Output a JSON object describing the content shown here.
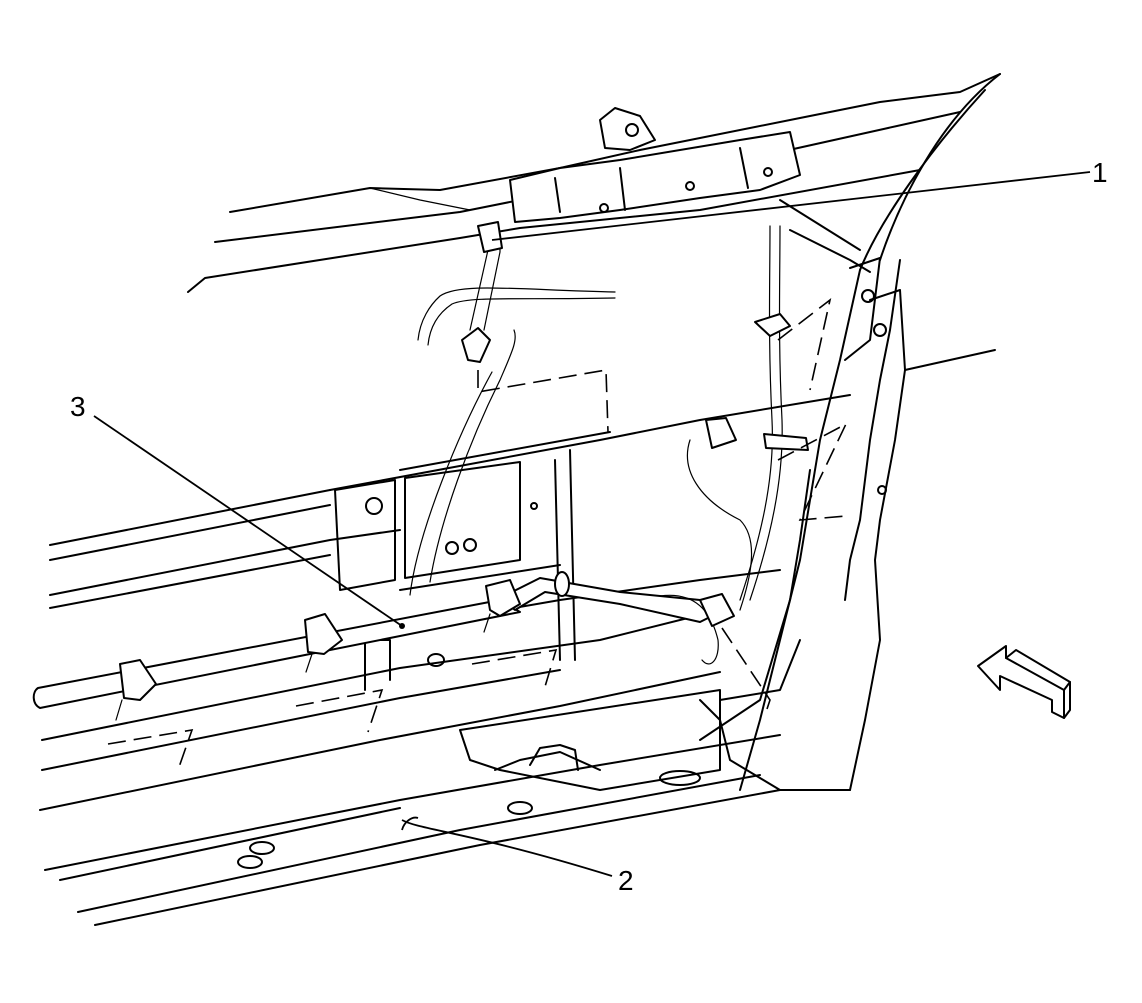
{
  "diagram": {
    "callouts": [
      {
        "id": "1",
        "label": "1"
      },
      {
        "id": "2",
        "label": "2"
      },
      {
        "id": "3",
        "label": "3"
      }
    ],
    "view_arrow_icon": "view-direction-arrow-icon"
  }
}
